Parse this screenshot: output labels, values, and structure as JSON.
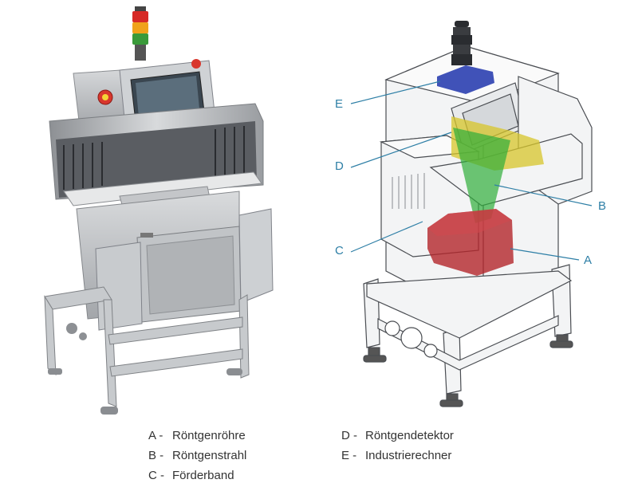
{
  "callouts": {
    "a": "A",
    "b": "B",
    "c": "C",
    "d": "D",
    "e": "E"
  },
  "legend": [
    {
      "key": "A -",
      "label": "Röntgenröhre"
    },
    {
      "key": "B -",
      "label": "Röntgenstrahl"
    },
    {
      "key": "C -",
      "label": "Förderband"
    },
    {
      "key": "D -",
      "label": "Röntgendetektor"
    },
    {
      "key": "E -",
      "label": "Industrierechner"
    }
  ],
  "colors": {
    "callout_text": "#2e7fa6",
    "tube": "#b3262b",
    "beam": "#2fae3a",
    "detector": "#d7c62a",
    "computer": "#2b3fb0",
    "steel": "#b9bcc0"
  }
}
